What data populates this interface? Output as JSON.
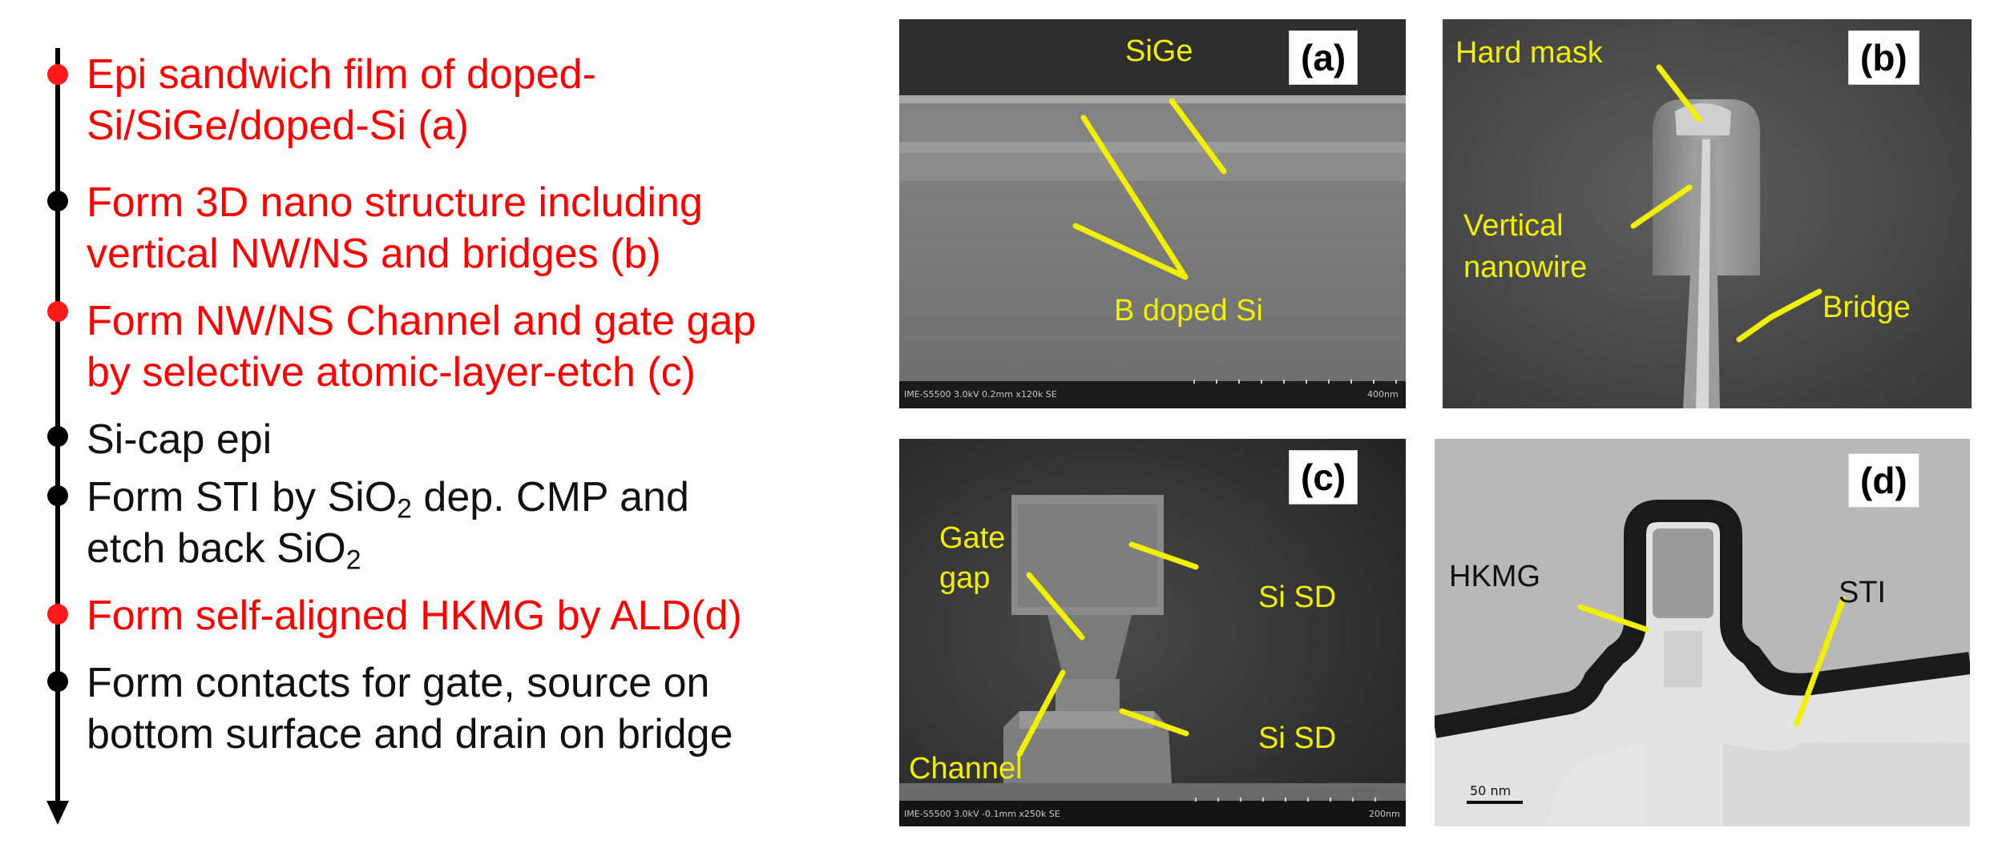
{
  "flow": {
    "steps": [
      {
        "lines": [
          "Epi sandwich film of doped-",
          "Si/SiGe/doped-Si (a)"
        ],
        "color": "red"
      },
      {
        "lines": [
          "Form 3D nano structure including",
          "vertical NW/NS and bridges (b)"
        ],
        "color": "red"
      },
      {
        "lines": [
          "Form NW/NS Channel and gate gap",
          "by selective atomic-layer-etch (c)"
        ],
        "color": "red"
      },
      {
        "lines": [
          "Si-cap epi"
        ],
        "color": "black"
      },
      {
        "line1_a": "Form STI by SiO",
        "line1_sub": "2",
        "line1_b": " dep. CMP and",
        "line2_a": "etch back SiO",
        "line2_sub": "2",
        "color": "black"
      },
      {
        "lines": [
          "Form self-aligned HKMG by ALD(d)"
        ],
        "color": "red"
      },
      {
        "lines": [
          "Form contacts for gate, source on",
          "bottom surface and drain on bridge"
        ],
        "color": "black"
      }
    ]
  },
  "panels": {
    "a": {
      "tag": "(a)",
      "labels": {
        "sige": "SiGe",
        "bdoped": "B doped Si"
      },
      "meta_left": "IME-S5500 3.0kV 0.2mm x120k SE",
      "meta_right": "400nm"
    },
    "b": {
      "tag": "(b)",
      "labels": {
        "hardmask": "Hard mask",
        "vertical": "Vertical",
        "nanowire": "nanowire",
        "bridge": "Bridge"
      }
    },
    "c": {
      "tag": "(c)",
      "labels": {
        "gate": "Gate",
        "gap": "gap",
        "sisd_top": "Si SD",
        "sisd_bot": "Si SD",
        "channel": "Channel"
      },
      "meta_left": "IME-S5500 3.0kV -0.1mm x250k SE",
      "meta_right": "200nm"
    },
    "d": {
      "tag": "(d)",
      "labels": {
        "hkmg": "HKMG",
        "sti": "STI"
      },
      "scale": "50 nm"
    }
  },
  "colors": {
    "red": "#ff0000",
    "annotation": "#f0f000"
  }
}
